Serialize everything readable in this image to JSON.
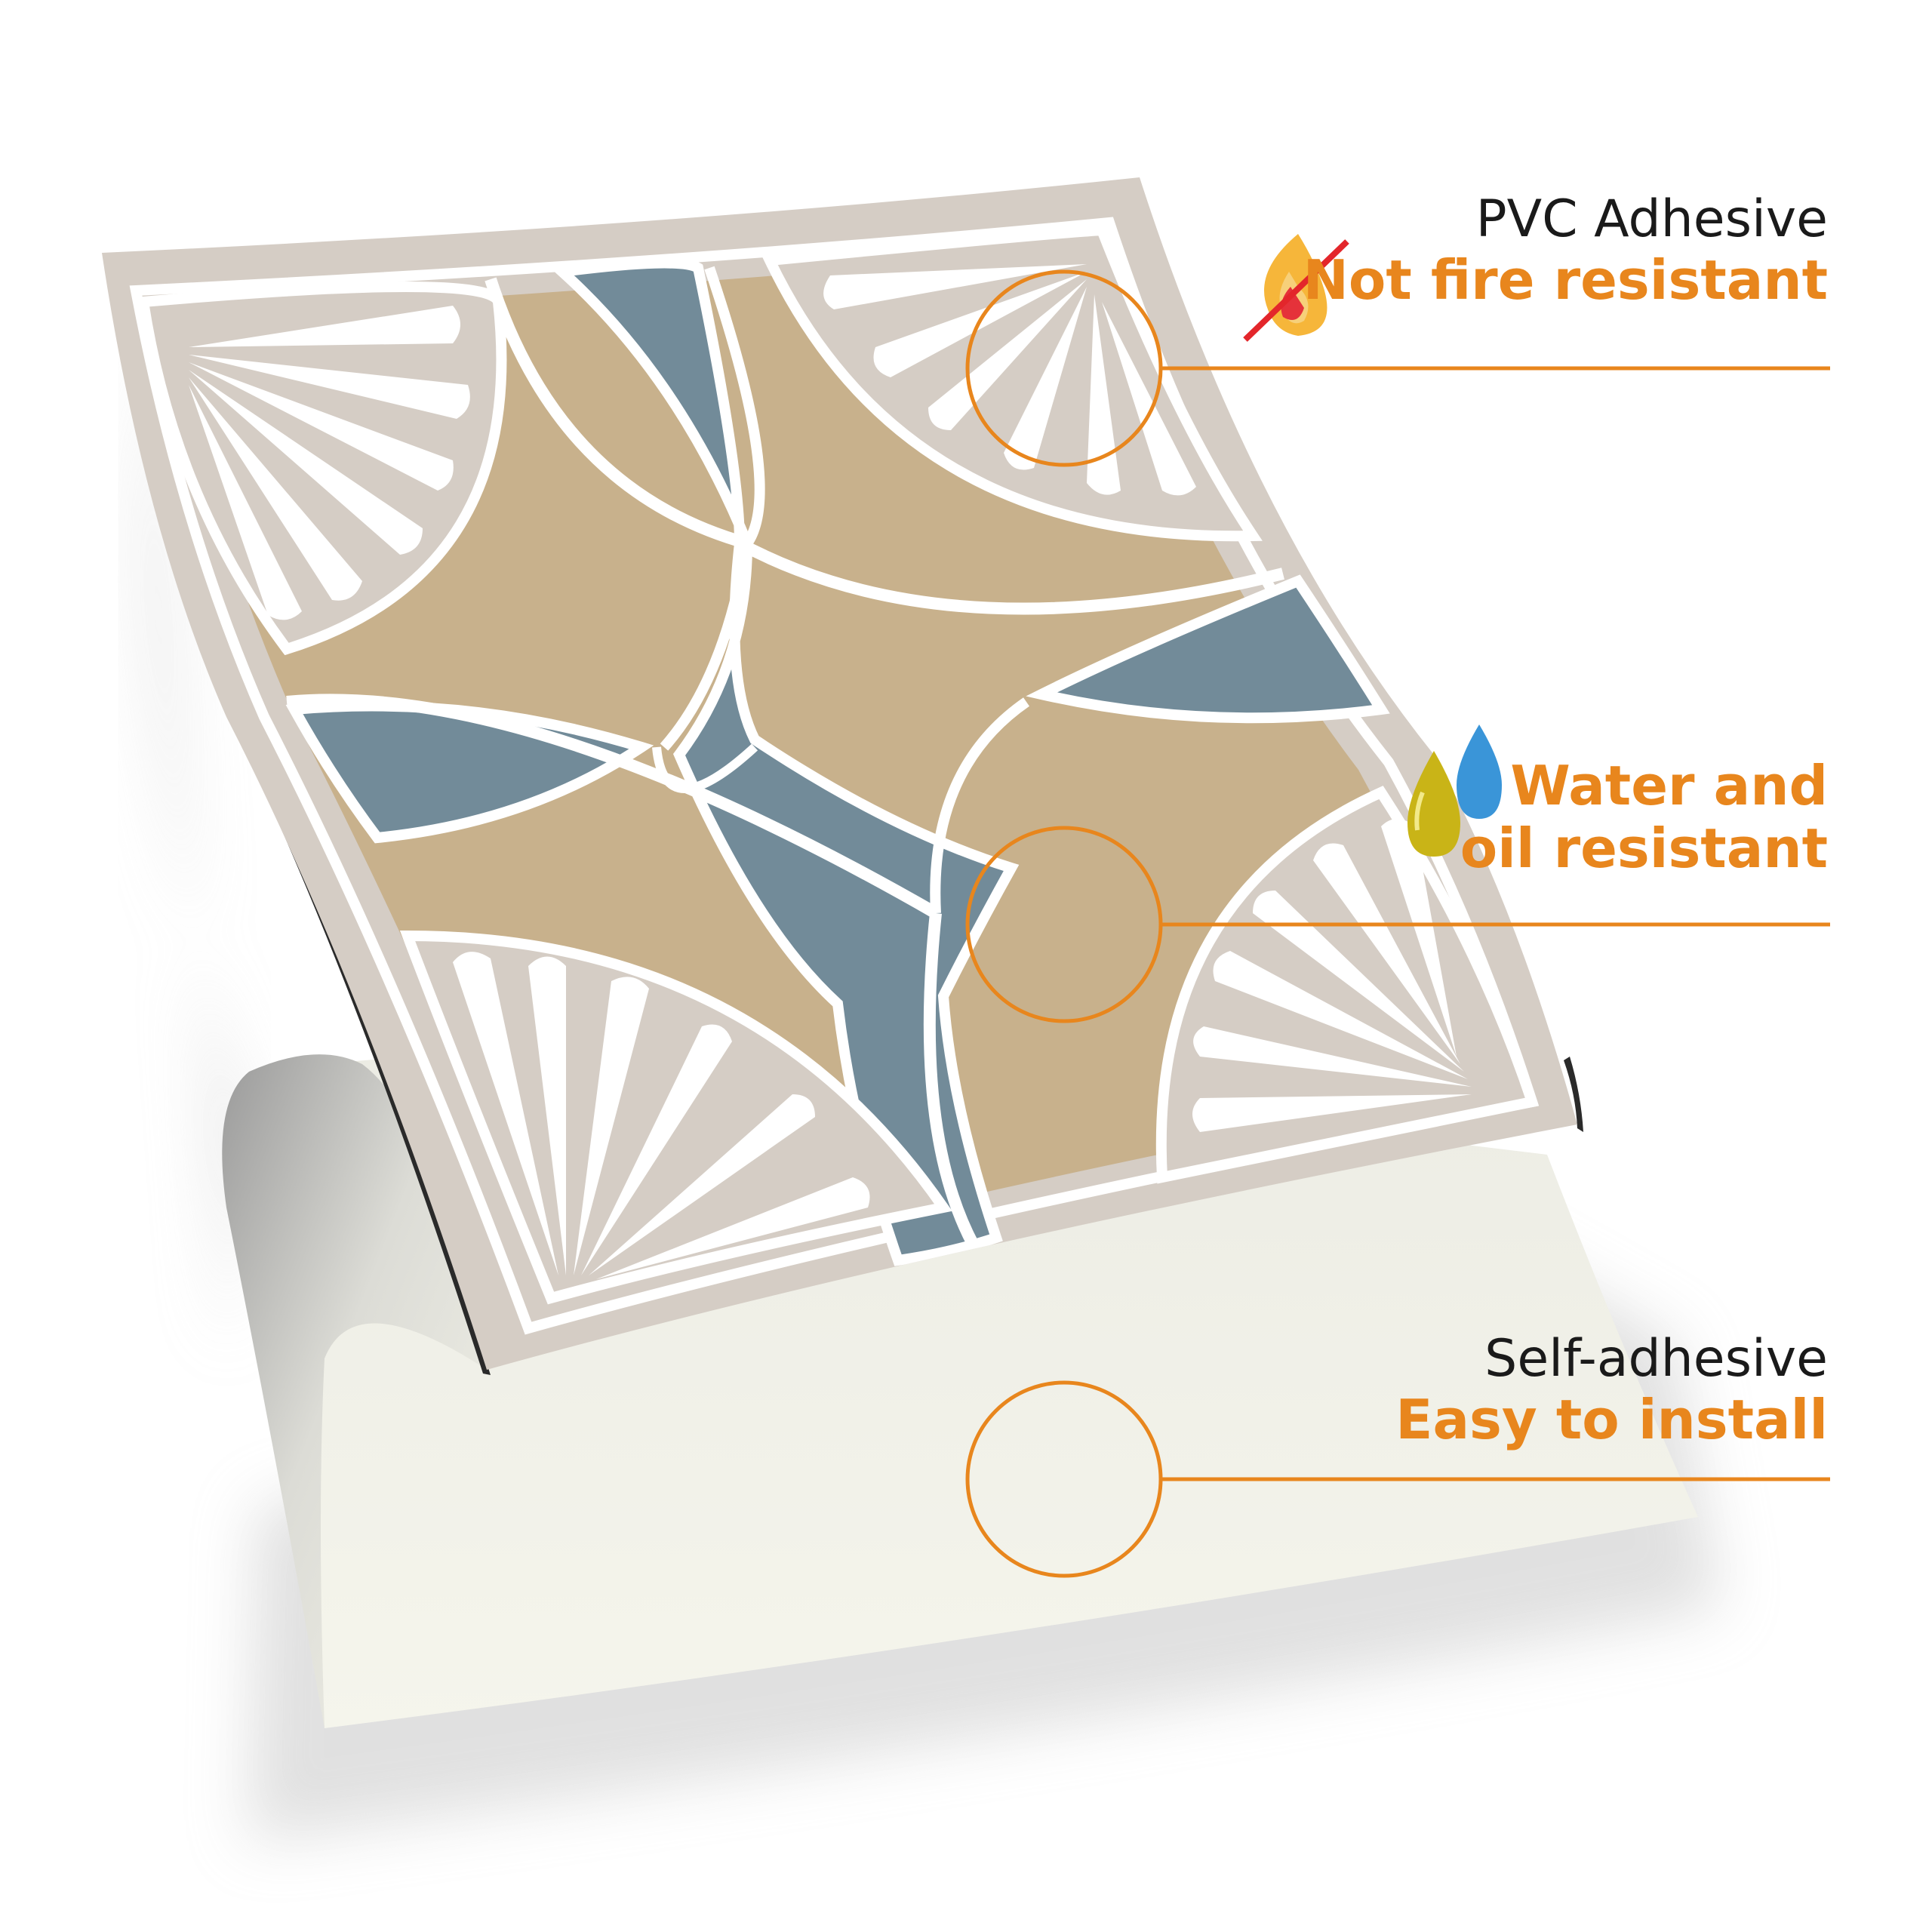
{
  "features": [
    {
      "title": "PVC Adhesive",
      "subtitle": "Not fire resistant",
      "icon": "no-fire-icon"
    },
    {
      "title": "",
      "subtitle_lines": [
        "Water and",
        "oil resistant"
      ],
      "icon": "water-oil-drops-icon"
    },
    {
      "title": "Self-adhesive",
      "subtitle": "Easy to install",
      "icon": ""
    }
  ],
  "colors": {
    "accent": "#e8861d",
    "tile_border": "#d5cdc5",
    "tile_blue": "#728b99",
    "tile_tan": "#c8b18c",
    "backing": "#f3f3e9"
  }
}
